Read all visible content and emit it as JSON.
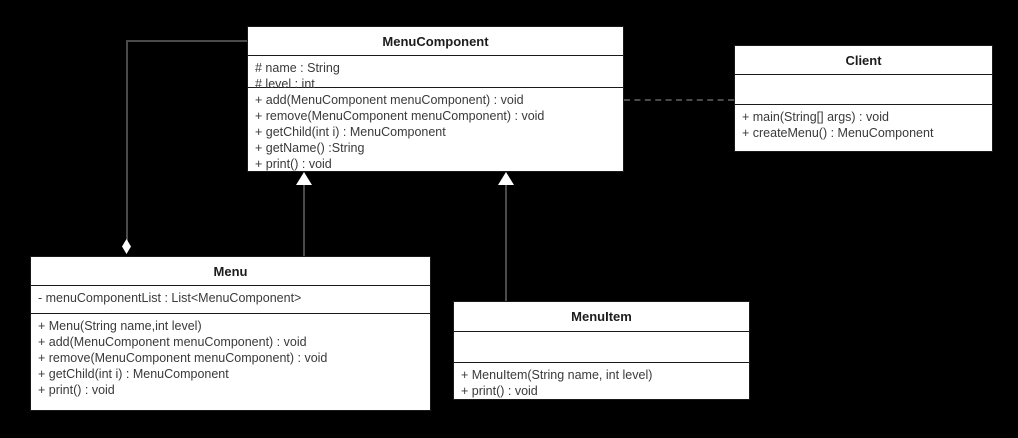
{
  "diagram": {
    "background_color": "#000000",
    "box_fill_color": "#ffffff",
    "line_color": "#4a4a4a",
    "text_color": "#3a3a3a",
    "title_color": "#1c1c1c",
    "classes": [
      {
        "id": "menucomponent",
        "name": "MenuComponent",
        "attributes": [
          "# name : String",
          "# level : int"
        ],
        "operations": [
          "+ add(MenuComponent menuComponent) : void",
          "+ remove(MenuComponent menuComponent) : void",
          "+ getChild(int i) : MenuComponent",
          "+ getName() :String",
          "+ print() : void"
        ]
      },
      {
        "id": "client",
        "name": "Client",
        "attributes": [],
        "operations": [
          "+ main(String[] args) : void",
          "+ createMenu() : MenuComponent"
        ]
      },
      {
        "id": "menu",
        "name": "Menu",
        "attributes": [
          "- menuComponentList : List<MenuComponent>"
        ],
        "operations": [
          "+ Menu(String name,int level)",
          "+ add(MenuComponent menuComponent) : void",
          "+ remove(MenuComponent menuComponent) : void",
          "+ getChild(int i) : MenuComponent",
          "+ print() : void"
        ]
      },
      {
        "id": "menuitem",
        "name": "MenuItem",
        "attributes": [],
        "operations": [
          "+ MenuItem(String name, int level)",
          "+ print() : void"
        ]
      }
    ],
    "relationships": [
      {
        "id": "menu-generalizes-menucomponent",
        "type": "generalization",
        "from": "menu",
        "to": "menucomponent"
      },
      {
        "id": "menuitem-generalizes-menucomponent",
        "type": "generalization",
        "from": "menuitem",
        "to": "menucomponent"
      },
      {
        "id": "menu-aggregates-menucomponent",
        "type": "aggregation",
        "from": "menu",
        "to": "menucomponent"
      },
      {
        "id": "client-depends-menucomponent",
        "type": "dependency",
        "from": "client",
        "to": "menucomponent"
      }
    ]
  }
}
